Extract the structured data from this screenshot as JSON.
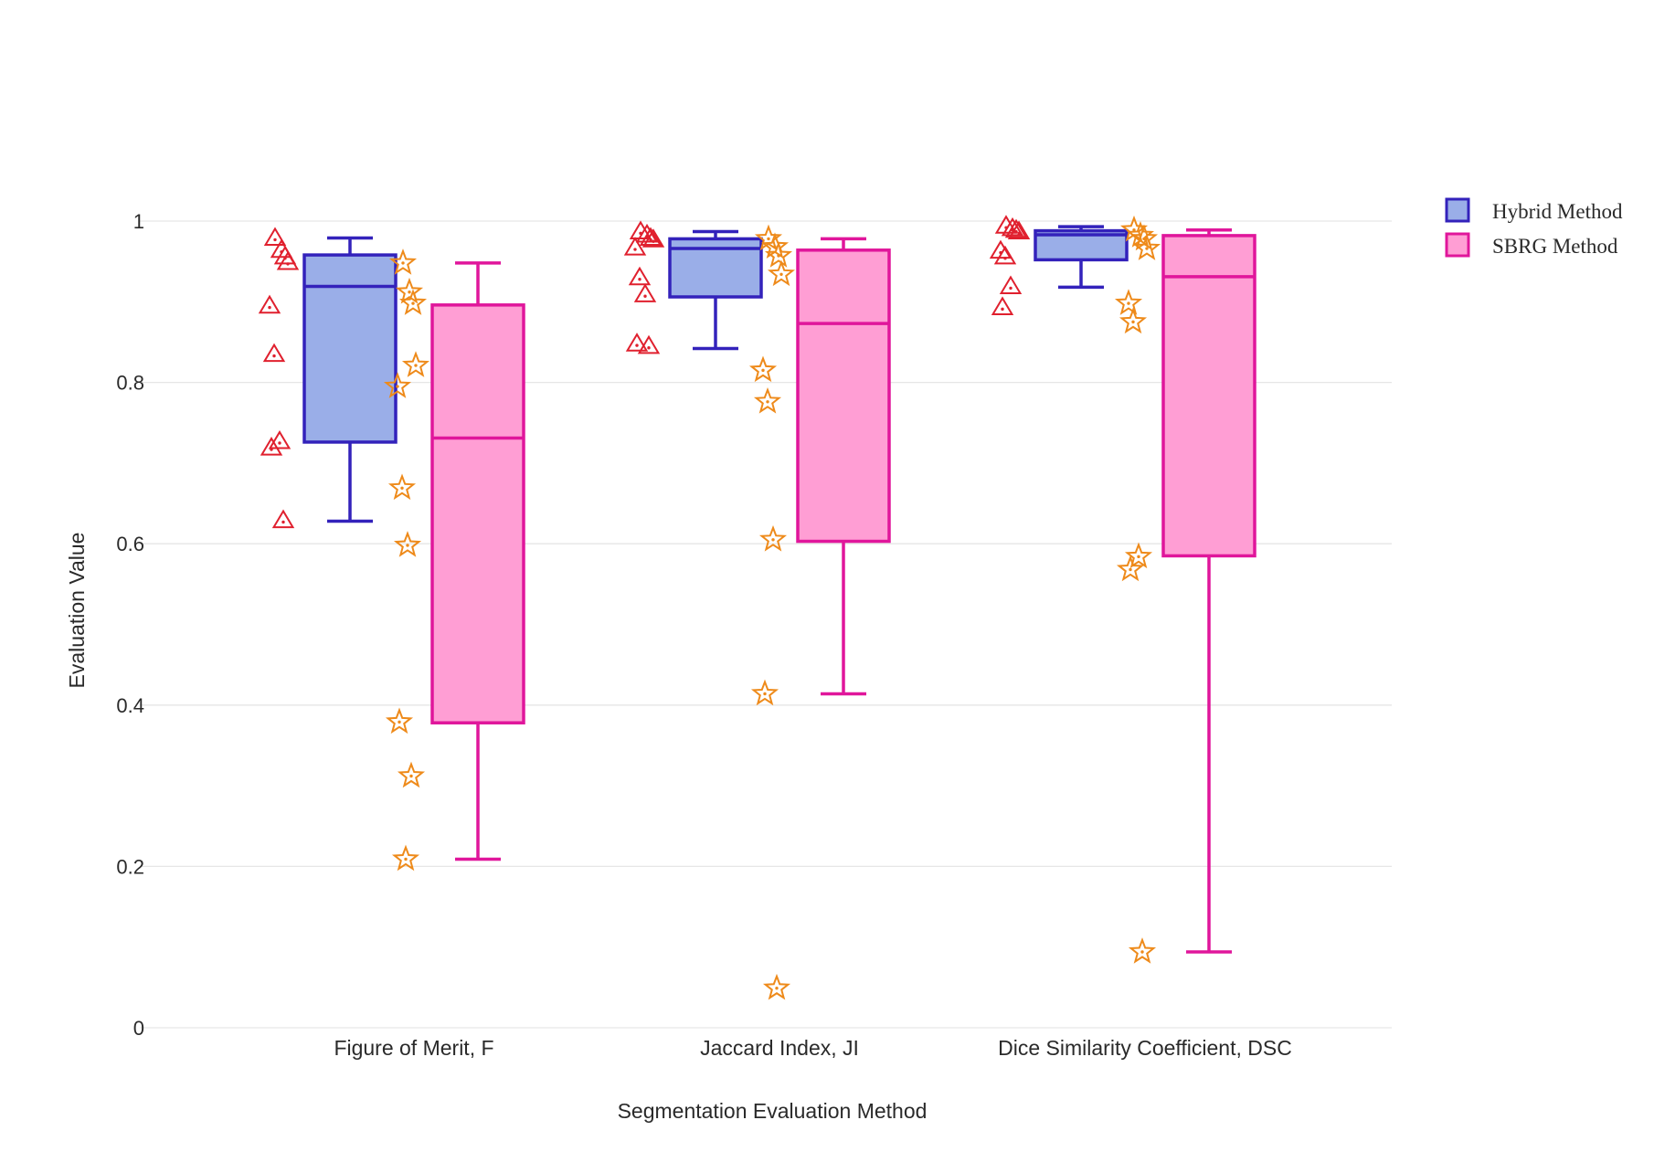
{
  "chart_data": {
    "type": "box",
    "xlabel": "Segmentation Evaluation Method",
    "ylabel": "Evaluation Value",
    "categories": [
      "Figure of Merit, F",
      "Jaccard Index, JI",
      "Dice Similarity Coefficient, DSC"
    ],
    "ylim": [
      0,
      1
    ],
    "yticks": [
      0,
      0.2,
      0.4,
      0.6,
      0.8,
      1
    ],
    "ytick_labels": [
      "0",
      "0.2",
      "0.4",
      "0.6",
      "0.8",
      "1"
    ],
    "grid": true,
    "legend_position": "top-right",
    "series": [
      {
        "name": "Hybrid Method",
        "line_color": "#3322bb",
        "fill_color": "#9aaee8",
        "point_color": "#e0202e",
        "point_symbol": "triangle-up-dot",
        "boxes": [
          {
            "min": 0.628,
            "q1": 0.726,
            "median": 0.919,
            "q3": 0.958,
            "max": 0.979,
            "points": [
              0.978,
              0.963,
              0.955,
              0.948,
              0.894,
              0.834,
              0.726,
              0.718,
              0.628
            ]
          },
          {
            "min": 0.842,
            "q1": 0.906,
            "median": 0.966,
            "q3": 0.978,
            "max": 0.987,
            "points": [
              0.986,
              0.982,
              0.978,
              0.976,
              0.966,
              0.929,
              0.908,
              0.847,
              0.844
            ]
          },
          {
            "min": 0.918,
            "q1": 0.952,
            "median": 0.983,
            "q3": 0.988,
            "max": 0.993,
            "points": [
              0.993,
              0.99,
              0.988,
              0.986,
              0.962,
              0.955,
              0.918,
              0.892
            ]
          }
        ]
      },
      {
        "name": "SBRG Method",
        "line_color": "#e0169b",
        "fill_color": "#ff9ed4",
        "point_color": "#ee8a1a",
        "point_symbol": "star-dot",
        "boxes": [
          {
            "min": 0.209,
            "q1": 0.378,
            "median": 0.731,
            "q3": 0.896,
            "max": 0.948,
            "points": [
              0.948,
              0.912,
              0.898,
              0.821,
              0.795,
              0.669,
              0.598,
              0.379,
              0.312,
              0.209
            ]
          },
          {
            "min": 0.414,
            "q1": 0.603,
            "median": 0.873,
            "q3": 0.964,
            "max": 0.978,
            "points": [
              0.978,
              0.968,
              0.957,
              0.934,
              0.815,
              0.776,
              0.605,
              0.414,
              0.049
            ]
          },
          {
            "min": 0.094,
            "q1": 0.585,
            "median": 0.931,
            "q3": 0.982,
            "max": 0.989,
            "points": [
              0.989,
              0.982,
              0.978,
              0.966,
              0.898,
              0.875,
              0.584,
              0.568,
              0.094
            ]
          }
        ]
      }
    ]
  }
}
